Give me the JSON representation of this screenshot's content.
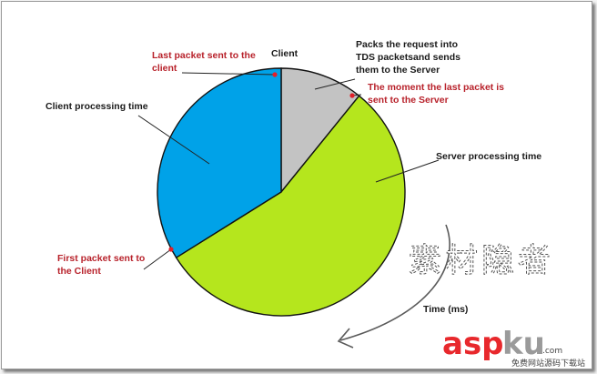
{
  "diagram": {
    "segments": [
      {
        "name": "Client",
        "start_deg": 0,
        "end_deg": 39,
        "color": "#c3c3c3"
      },
      {
        "name": "Server processing time",
        "start_deg": 39,
        "end_deg": 238,
        "color": "#b5e61d"
      },
      {
        "name": "Client processing time",
        "start_deg": 238,
        "end_deg": 360,
        "color": "#00a2e8"
      }
    ],
    "labels": {
      "client": "Client",
      "packs_line1": "Packs the request into",
      "packs_line2": "TDS packetsand sends",
      "packs_line3": "them to the Server",
      "moment_line1": "The moment the last packet is",
      "moment_line2": "sent to the Server",
      "last_packet_line1": "Last packet sent to the",
      "last_packet_line2": "client",
      "client_processing": "Client processing time",
      "server_processing": "Server processing time",
      "first_packet_line1": "First packet sent to",
      "first_packet_line2": "the Client",
      "time": "Time (ms)"
    },
    "colors": {
      "label_red": "#b8222b",
      "label_black": "#1a1a1a",
      "marker": "#e0202a",
      "gray_slice": "#c3c3c3",
      "green_slice": "#b5e61d",
      "blue_slice": "#00a2e8"
    }
  },
  "watermark": {
    "chinese_text": "素材隐者",
    "brand_asp": "asp",
    "brand_ku": "ku",
    "brand_com": ".com",
    "brand_sub": "免费网站源码下载站"
  }
}
